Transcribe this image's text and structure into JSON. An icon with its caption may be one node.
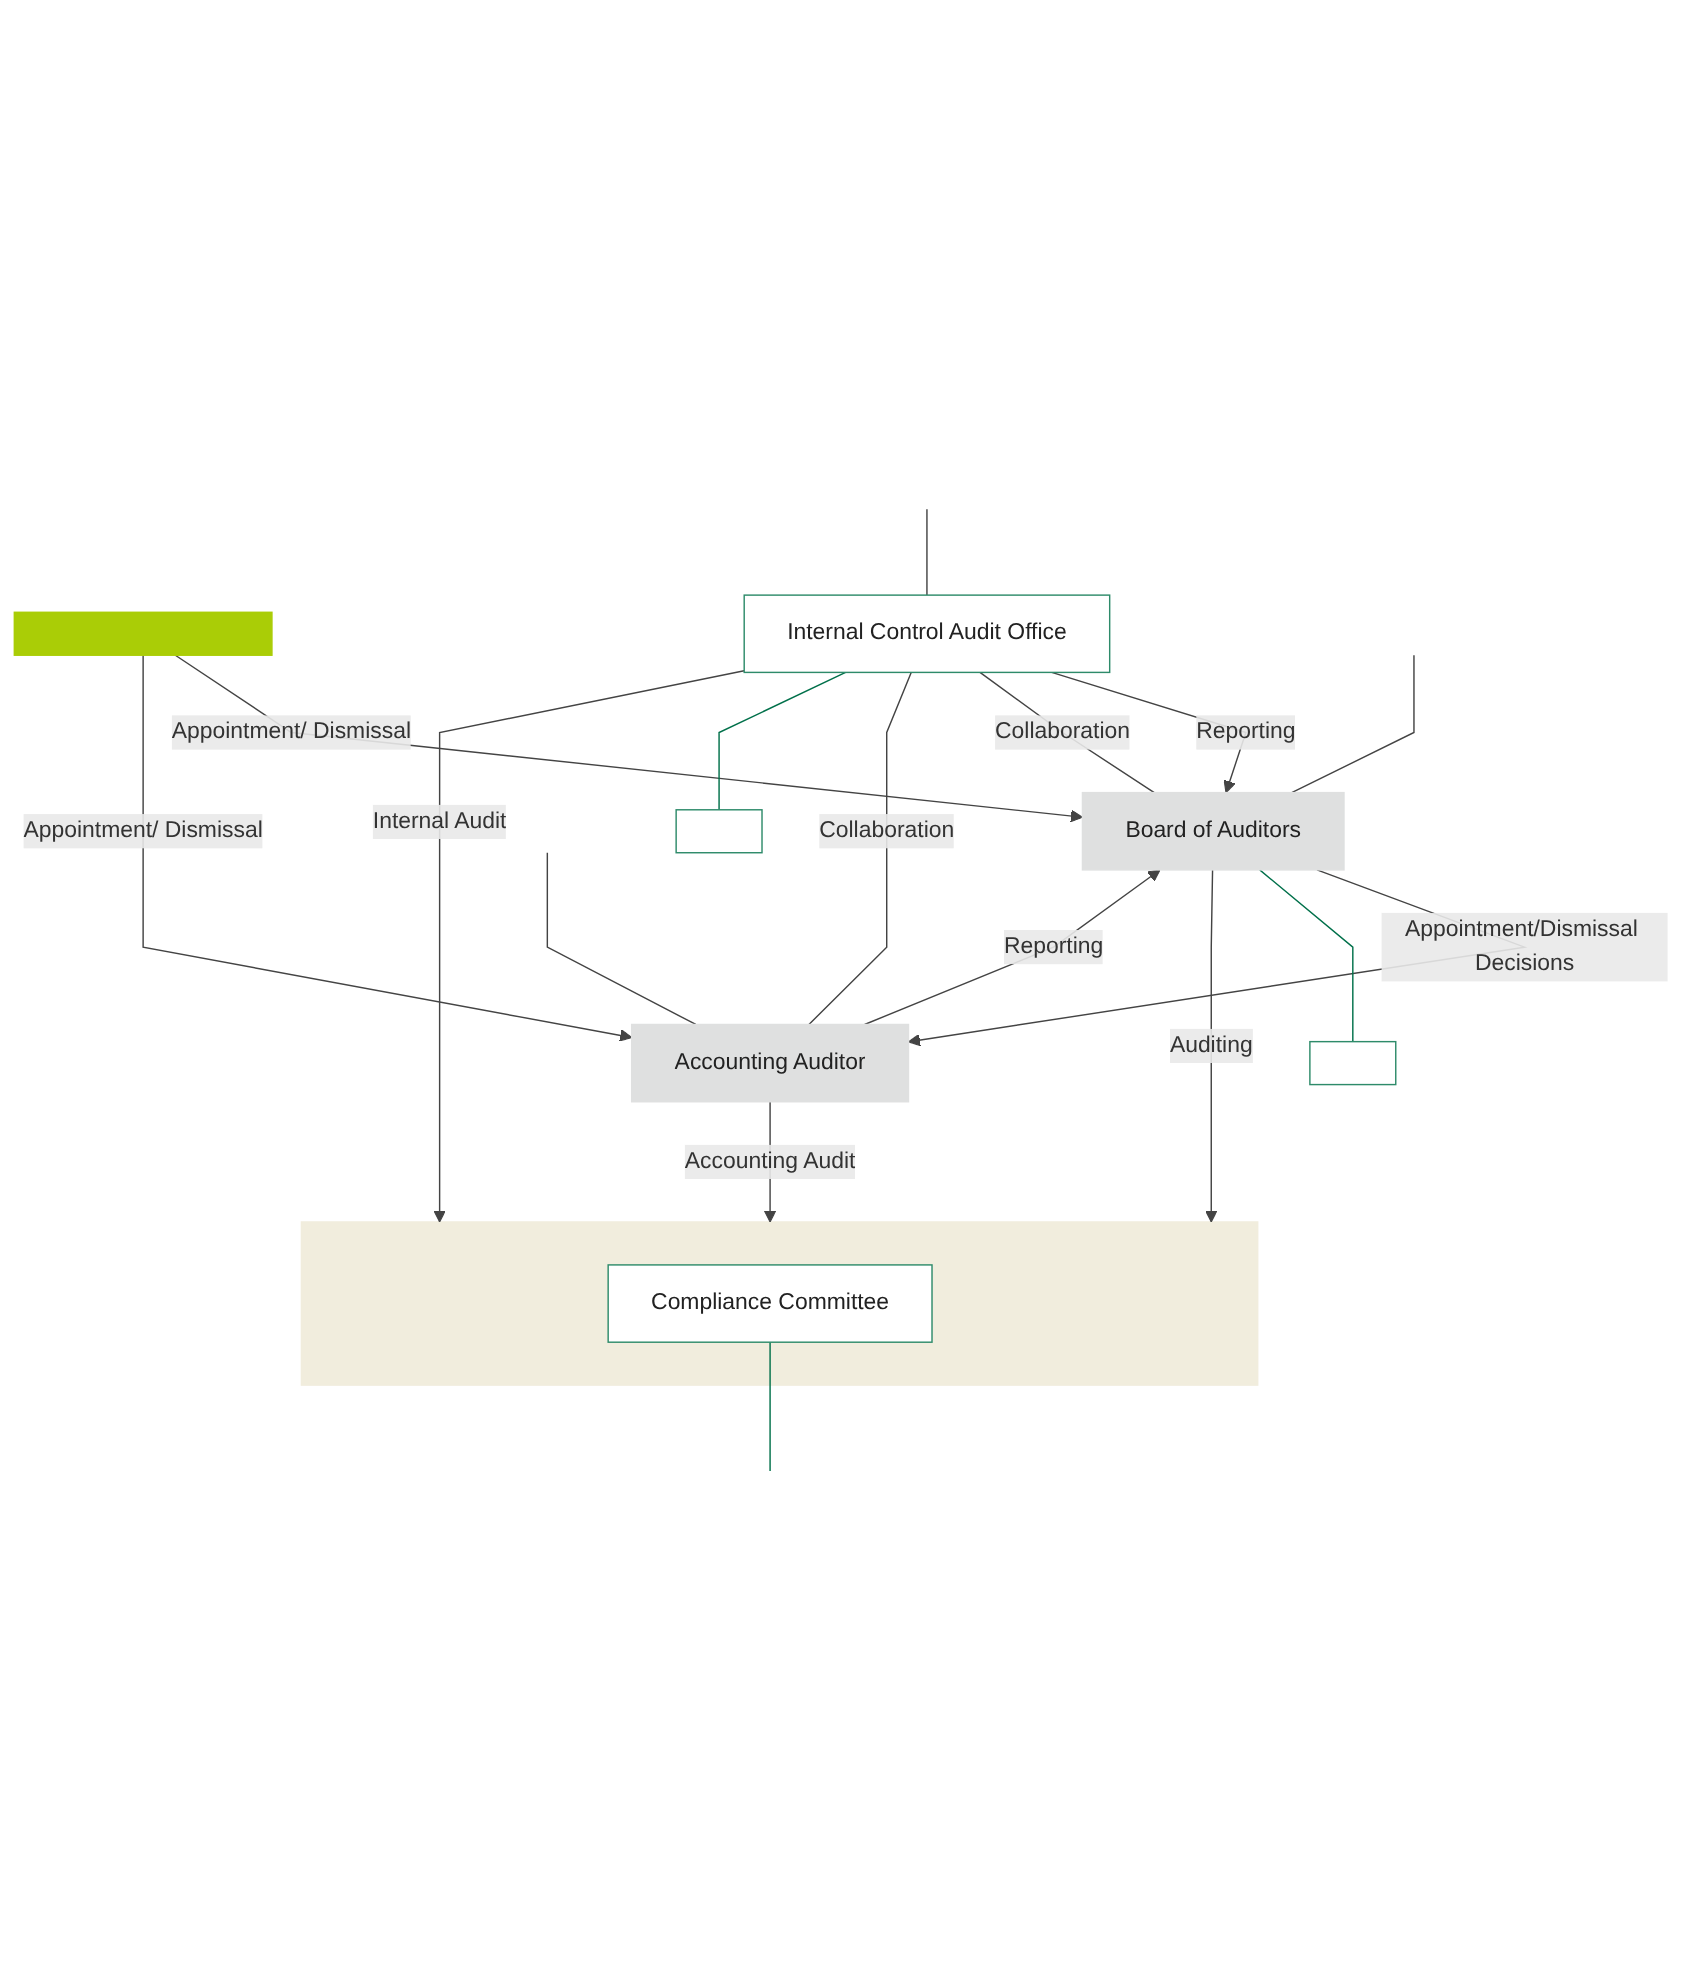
{
  "diagram": {
    "nodes": [
      {
        "text": [],
        "shape": "bar"
      },
      {
        "text": [
          "Board of Auditors"
        ]
      },
      {
        "text": [
          "Accounting Auditor"
        ]
      },
      {
        "text": [
          "Internal Control Audit Office"
        ]
      },
      {
        "text": [],
        "shape": "box"
      },
      {
        "text": [
          "Compliance Committee"
        ],
        "in": 4
      },
      {
        "text": [],
        "shape": "box"
      },
      {
        "text": [],
        "shape": "box"
      }
    ],
    "edges": [
      {
        "from": 0,
        "to": 1,
        "arrow": "to",
        "label": "Appointment/ Dismissal"
      },
      {
        "from": 0,
        "to": 2,
        "arrow": "to",
        "label": "Appointment/ Dismissal"
      },
      {
        "from": 1,
        "to": 2,
        "arrow": "to",
        "label": "Appointment/Dismissal Decisions"
      },
      {
        "from": 2,
        "to": 1,
        "arrow": "to",
        "label": "Reporting"
      },
      {
        "from": 3,
        "to": 1,
        "arrow": "to",
        "label": "Reporting"
      },
      {
        "from": 3,
        "to": 1,
        "arrow": "none",
        "label": "Collaboration"
      },
      {
        "from": 3,
        "to": 2,
        "arrow": "none",
        "label": "Collaboration"
      },
      {
        "from": 3,
        "to": 4,
        "arrow": "to",
        "label": "Internal Audit"
      },
      {
        "from": 1,
        "to": 4,
        "arrow": "to",
        "label": "Auditing"
      },
      {
        "from": 2,
        "to": 4,
        "arrow": "to",
        "label": "Accounting Audit"
      },
      {
        "from": null,
        "to": 2,
        "arrow": "none"
      },
      {
        "from": null,
        "to": 1,
        "arrow": "none"
      },
      {
        "from": null,
        "to": 3,
        "arrow": "none"
      },
      {
        "from": 1,
        "to": 6,
        "arrow": "none",
        "color": "#00704a"
      },
      {
        "from": 3,
        "to": 7,
        "arrow": "none",
        "color": "#00704a"
      },
      {
        "from": 5,
        "to": null,
        "arrow": "none",
        "color": "#00704a"
      }
    ]
  }
}
